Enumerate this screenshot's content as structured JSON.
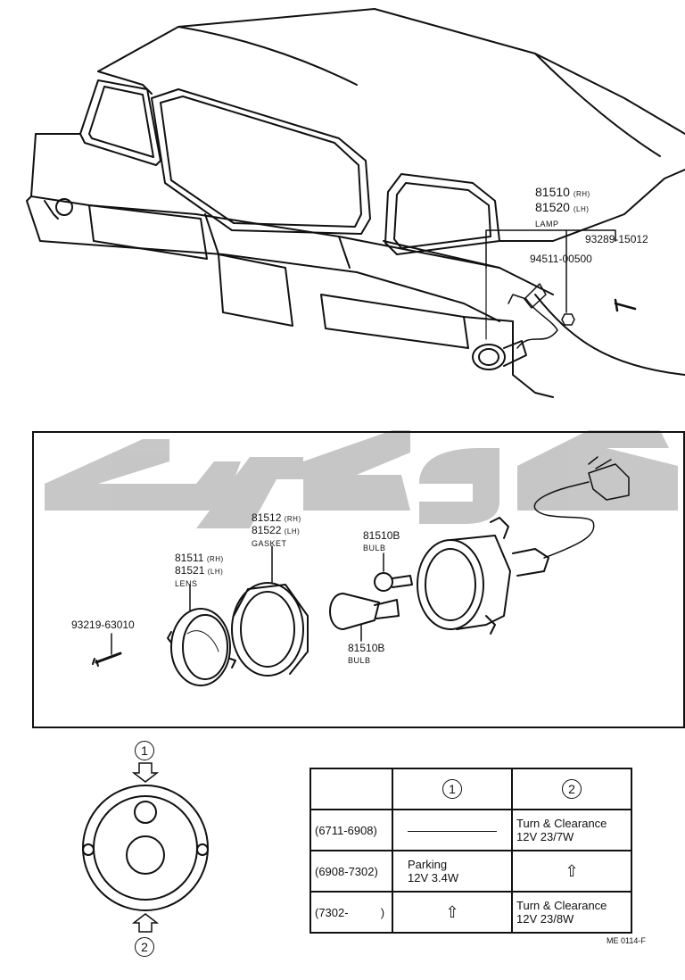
{
  "top_labels": {
    "lamp_rh": "81510",
    "lamp_lh": "81520",
    "rh": "(RH)",
    "lh": "(LH)",
    "lamp": "LAMP",
    "nut": "94511-00500",
    "screw": "93289-15012"
  },
  "detail_labels": {
    "screw": "93219-63010",
    "lens_rh": "81511",
    "lens_lh": "81521",
    "lens": "LENS",
    "gasket_rh": "81512",
    "gasket_lh": "81522",
    "gasket": "GASKET",
    "bulb_small_no": "81510B",
    "bulb_small": "BULB",
    "bulb_large_no": "81510B",
    "bulb_large": "BULB",
    "rh": "(RH)",
    "lh": "(LH)"
  },
  "front_view": {
    "top_marker": "1",
    "bottom_marker": "2"
  },
  "spec_table": {
    "header_1": "1",
    "header_2": "2",
    "rows": [
      {
        "period": "(6711-6908)",
        "col1": "",
        "col2_l1": "Turn & Clearance",
        "col2_l2": "12V 23/7W"
      },
      {
        "period": "(6908-7302)",
        "col1_l1": "Parking",
        "col1_l2": "12V 3.4W",
        "col2": "⇧"
      },
      {
        "period": "(7302-          )",
        "col1": "⇧",
        "col2_l1": "Turn & Clearance",
        "col2_l2": "12V 23/8W"
      }
    ]
  },
  "footer_code": "ME 0114-F"
}
